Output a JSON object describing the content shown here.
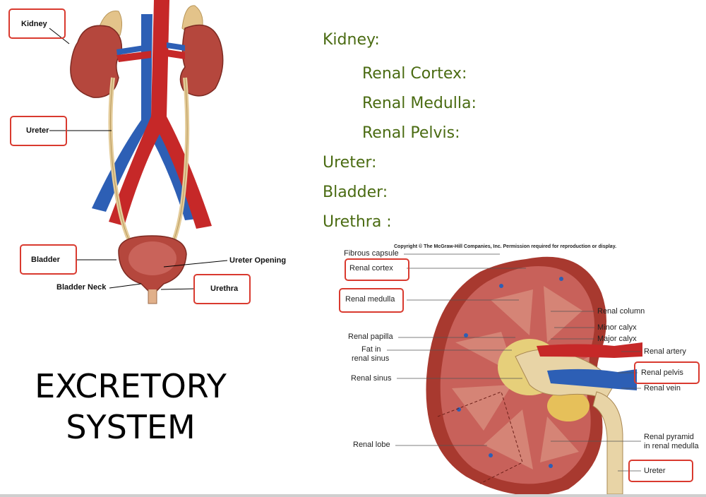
{
  "left_figure": {
    "labels": {
      "kidney": "Kidney",
      "ureter": "Ureter",
      "bladder": "Bladder",
      "ureter_opening": "Ureter Opening",
      "bladder_neck": "Bladder Neck",
      "urethra": "Urethra"
    }
  },
  "notes": {
    "kidney": "Kidney:",
    "renal_cortex": "Renal Cortex:",
    "renal_medulla": "Renal Medulla:",
    "renal_pelvis": "Renal Pelvis:",
    "ureter": "Ureter:",
    "bladder": "Bladder:",
    "urethra": "Urethra :"
  },
  "title": {
    "line1": "EXCRETORY",
    "line2": "SYSTEM"
  },
  "kidney_figure": {
    "copyright": "Copyright © The McGraw-Hill Companies, Inc. Permission required for reproduction or display.",
    "labels": {
      "fibrous_capsule": "Fibrous capsule",
      "renal_cortex": "Renal cortex",
      "renal_medulla": "Renal medulla",
      "renal_papilla": "Renal papilla",
      "fat_in": "Fat in",
      "renal_sinus_fat": "renal sinus",
      "renal_sinus": "Renal sinus",
      "renal_lobe": "Renal lobe",
      "renal_column": "Renal column",
      "minor_calyx": "Minor calyx",
      "major_calyx": "Major calyx",
      "renal_artery": "Renal artery",
      "renal_pelvis": "Renal pelvis",
      "renal_vein": "Renal vein",
      "renal_pyramid": "Renal pyramid",
      "in_renal_medulla": "in renal medulla",
      "ureter": "Ureter"
    }
  },
  "colors": {
    "highlight_box": "#d93a2f",
    "notes_text": "#4a6b12",
    "artery": "#c62828",
    "vein": "#2d5fb5",
    "kidney_tissue": "#b5473d"
  }
}
